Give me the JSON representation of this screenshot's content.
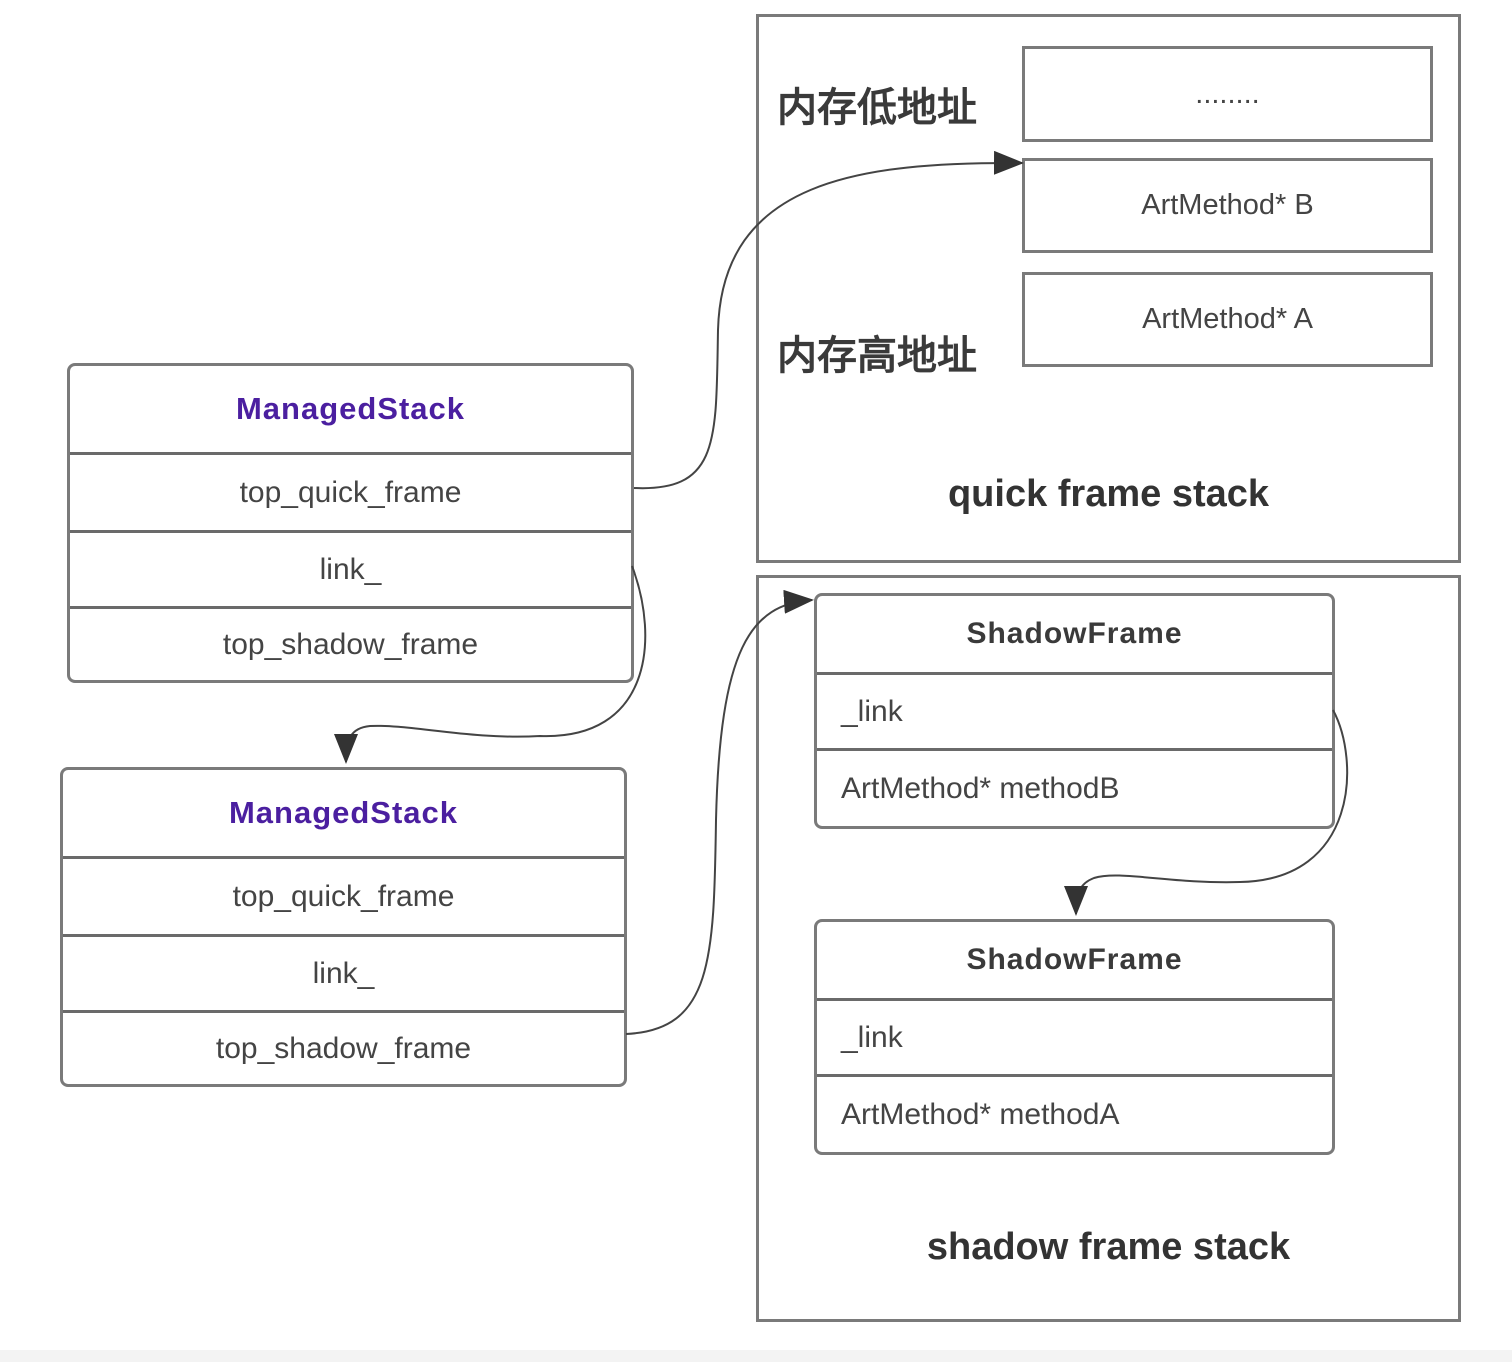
{
  "quick_stack": {
    "title": "quick frame stack",
    "label_low": "内存低地址",
    "label_high": "内存高地址",
    "slots": [
      "........",
      "ArtMethod* B",
      "ArtMethod* A"
    ]
  },
  "shadow_stack": {
    "title": "shadow frame stack",
    "frames": [
      {
        "header": "ShadowFrame",
        "link": "_link",
        "method": "ArtMethod* methodB"
      },
      {
        "header": "ShadowFrame",
        "link": "_link",
        "method": "ArtMethod* methodA"
      }
    ]
  },
  "managed_stacks": [
    {
      "header": "ManagedStack",
      "top_quick": "top_quick_frame",
      "link": "link_",
      "top_shadow": "top_shadow_frame"
    },
    {
      "header": "ManagedStack",
      "top_quick": "top_quick_frame",
      "link": "link_",
      "top_shadow": "top_shadow_frame"
    }
  ],
  "colors": {
    "border": "#7a7a7a",
    "header_purple": "#4b1fa0",
    "text": "#444444"
  }
}
